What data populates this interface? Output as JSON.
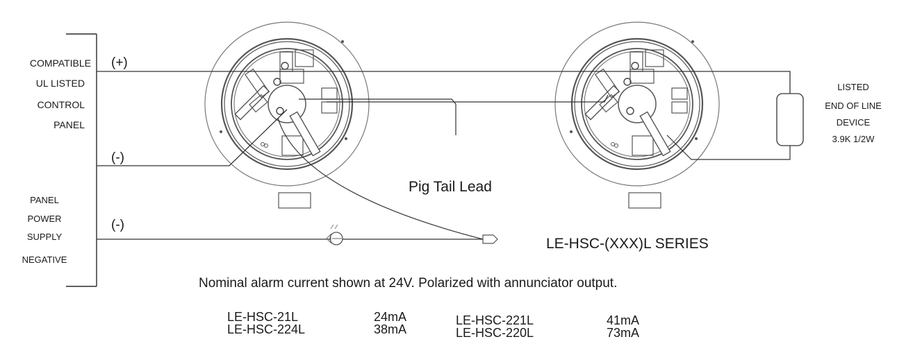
{
  "panel": {
    "control_panel_lines": [
      "COMPATIBLE",
      "UL LISTED",
      "CONTROL",
      "PANEL"
    ],
    "power_supply_lines": [
      "PANEL",
      "POWER",
      "SUPPLY",
      "NEGATIVE"
    ]
  },
  "polarity": {
    "positive": "(+)",
    "negative_top": "(-)",
    "negative_bottom": "(-)"
  },
  "eol_device": {
    "lines": [
      "LISTED",
      "END OF LINE",
      "DEVICE",
      "3.9K 1/2W"
    ]
  },
  "labels": {
    "pig_tail": "Pig Tail Lead",
    "series": "LE-HSC-(XXX)L SERIES",
    "note": "Nominal alarm current shown at 24V.  Polarized with annunciator output."
  },
  "current_table": [
    {
      "model": "LE-HSC-21L",
      "current": "24mA"
    },
    {
      "model": "LE-HSC-224L",
      "current": "38mA"
    },
    {
      "model": "LE-HSC-221L",
      "current": "41mA"
    },
    {
      "model": "LE-HSC-220L",
      "current": "73mA"
    }
  ],
  "colors": {
    "line": "#2a2a2a",
    "wire": "#333333",
    "base_outline": "#777777",
    "background": "#ffffff"
  }
}
